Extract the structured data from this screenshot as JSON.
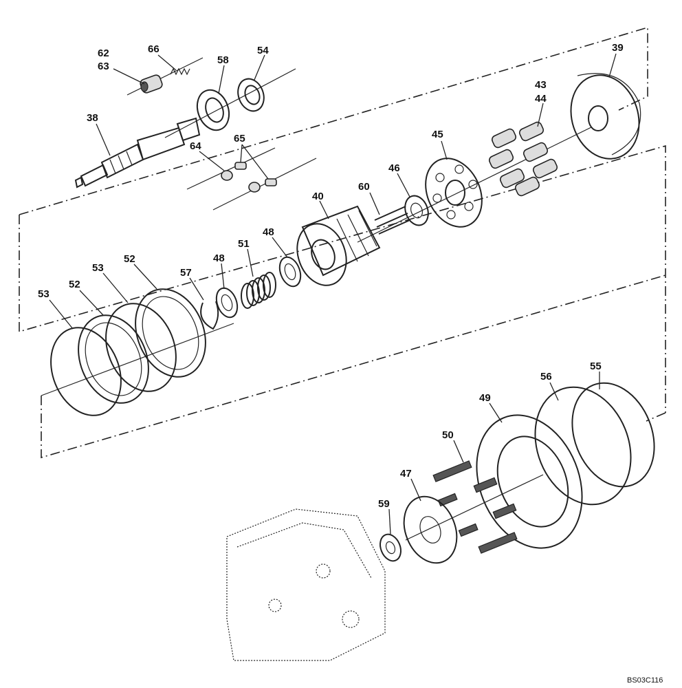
{
  "diagram": {
    "reference_code": "BS03C116",
    "callouts": [
      {
        "id": "c62",
        "label": "62"
      },
      {
        "id": "c63",
        "label": "63"
      },
      {
        "id": "c66",
        "label": "66"
      },
      {
        "id": "c58",
        "label": "58"
      },
      {
        "id": "c54",
        "label": "54"
      },
      {
        "id": "c39",
        "label": "39"
      },
      {
        "id": "c43",
        "label": "43"
      },
      {
        "id": "c44",
        "label": "44"
      },
      {
        "id": "c38",
        "label": "38"
      },
      {
        "id": "c64",
        "label": "64"
      },
      {
        "id": "c65",
        "label": "65"
      },
      {
        "id": "c45",
        "label": "45"
      },
      {
        "id": "c46",
        "label": "46"
      },
      {
        "id": "c60",
        "label": "60"
      },
      {
        "id": "c40",
        "label": "40"
      },
      {
        "id": "c48a",
        "label": "48"
      },
      {
        "id": "c51",
        "label": "51"
      },
      {
        "id": "c48b",
        "label": "48"
      },
      {
        "id": "c57",
        "label": "57"
      },
      {
        "id": "c52a",
        "label": "52"
      },
      {
        "id": "c53a",
        "label": "53"
      },
      {
        "id": "c52b",
        "label": "52"
      },
      {
        "id": "c53b",
        "label": "53"
      },
      {
        "id": "c56",
        "label": "56"
      },
      {
        "id": "c55",
        "label": "55"
      },
      {
        "id": "c49",
        "label": "49"
      },
      {
        "id": "c50",
        "label": "50"
      },
      {
        "id": "c47",
        "label": "47"
      },
      {
        "id": "c59",
        "label": "59"
      }
    ]
  }
}
